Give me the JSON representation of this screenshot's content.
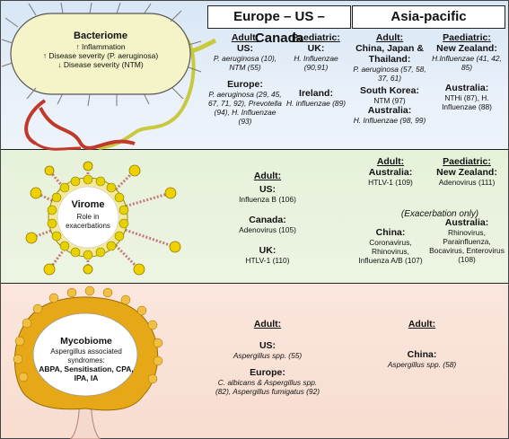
{
  "headers": {
    "europe": "Europe – US – Canada",
    "asia": "Asia-pacific"
  },
  "bacteriome": {
    "title": "Bacteriome",
    "line1": "↑ Inflammation",
    "line2": "↑ Disease severity (P. aeruginosa)",
    "line3": "↓ Disease severity (NTM)",
    "eu_adult": {
      "head": "Adult:",
      "us_label": "US:",
      "us_text": "P. aeruginosa (10), NTM (55)",
      "eu_label": "Europe:",
      "eu_text": "P. aeruginosa (29, 45, 67, 71, 92), Prevotella (94), H. Influenzae (93)"
    },
    "eu_paed": {
      "head": "Paediatric:",
      "uk_label": "UK:",
      "uk_text": "H. Influenzae (90,91)",
      "ie_label": "Ireland:",
      "ie_text": "H. influenzae (89)"
    },
    "asia_adult": {
      "head": "Adult:",
      "cn_label": "China, Japan & Thailand:",
      "cn_text": "P. aeruginosa (57, 58, 37, 61)",
      "kr_label": "South Korea:",
      "kr_text": "NTM (97)",
      "au_label": "Australia:",
      "au_text": "H. Influenzae (98, 99)"
    },
    "asia_paed": {
      "head": "Paediatric:",
      "nz_label": "New Zealand:",
      "nz_text": "H.Influenzae (41, 42, 85)",
      "au_label": "Australia:",
      "au_text": "NTHi (87), H. Influenzae (88)"
    }
  },
  "virome": {
    "title": "Virome",
    "sub": "Role in exacerbations",
    "eu_adult": {
      "head": "Adult:",
      "us_label": "US:",
      "us_text": "Influenza B (106)",
      "ca_label": "Canada:",
      "ca_text": "Adenovirus (105)",
      "uk_label": "UK:",
      "uk_text": "HTLV-1 (110)"
    },
    "asia_adult": {
      "head": "Adult:",
      "au_label": "Australia:",
      "au_text": "HTLV-1 (109)",
      "cn_label": "China:",
      "cn_text": "Coronavirus, Rhinovirus, Influenza A/B (107)"
    },
    "note": "(Exacerbation only)",
    "asia_paed": {
      "head": "Paediatric:",
      "nz_label": "New Zealand:",
      "nz_text": "Adenovirus (111)",
      "au_label": "Australia:",
      "au_text": "Rhinovirus, Parainfluenza, Bocavirus, Enterovirus (108)"
    }
  },
  "mycobiome": {
    "title": "Mycobiome",
    "sub": "Aspergillus associated syndromes:",
    "syndromes": "ABPA, Sensitisation, CPA, IPA, IA",
    "eu_adult": {
      "head": "Adult:",
      "us_label": "US:",
      "us_text": "Aspergillus spp. (55)",
      "eu_label": "Europe:",
      "eu_text": "C. albicans & Aspergillus spp. (82), Aspergillus fumigatus (92)"
    },
    "asia_adult": {
      "head": "Adult:",
      "cn_label": "China:",
      "cn_text": "Aspergillus spp. (58)"
    }
  },
  "colors": {
    "bacteria_band": "#dce8f5",
    "virome_band": "#e8f2dd",
    "myco_band": "#fae2d7",
    "bacterium_body": "#f2f2b8",
    "flagellum": "#d9534f",
    "capsid": "#f0d000",
    "tail": "#c47a7a",
    "fungus": "#e6a817"
  }
}
